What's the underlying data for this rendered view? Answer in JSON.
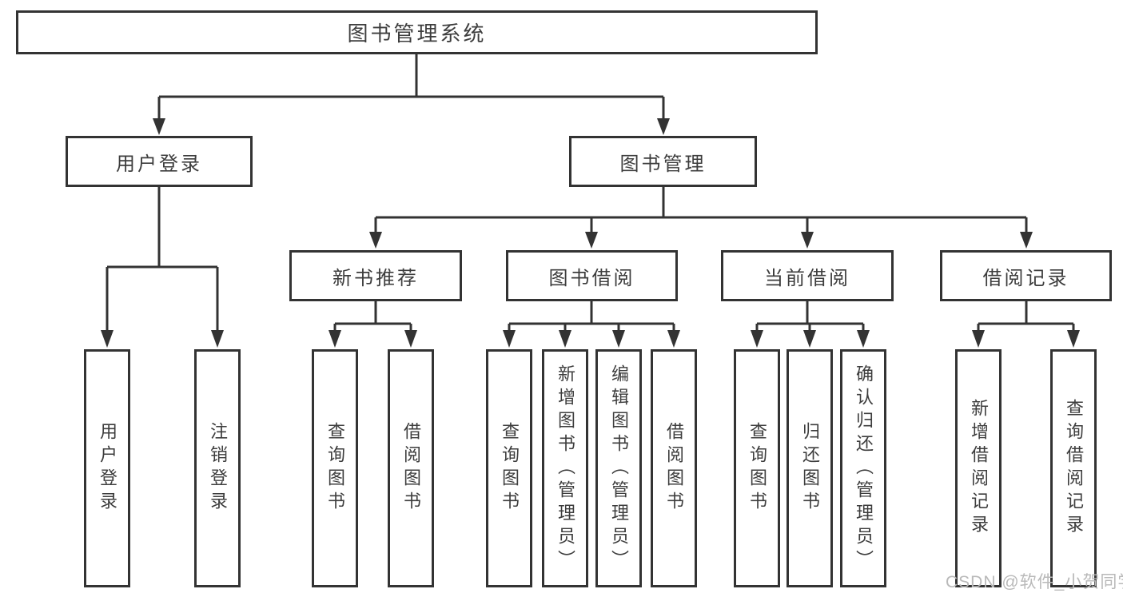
{
  "diagram": {
    "title": "图书管理系统",
    "tree": {
      "label": "图书管理系统",
      "children": [
        {
          "label": "用户登录",
          "children": [
            {
              "label": "用户登录"
            },
            {
              "label": "注销登录"
            }
          ]
        },
        {
          "label": "图书管理",
          "children": [
            {
              "label": "新书推荐",
              "children": [
                {
                  "label": "查询图书"
                },
                {
                  "label": "借阅图书"
                }
              ]
            },
            {
              "label": "图书借阅",
              "children": [
                {
                  "label": "查询图书"
                },
                {
                  "label": "新增图书（管理员）"
                },
                {
                  "label": "编辑图书（管理员）"
                },
                {
                  "label": "借阅图书"
                }
              ]
            },
            {
              "label": "当前借阅",
              "children": [
                {
                  "label": "查询图书"
                },
                {
                  "label": "归还图书"
                },
                {
                  "label": "确认归还（管理员）"
                }
              ]
            },
            {
              "label": "借阅记录",
              "children": [
                {
                  "label": "新增借阅记录"
                },
                {
                  "label": "查询借阅记录"
                }
              ]
            }
          ]
        }
      ]
    }
  },
  "watermark": "CSDN @软件_小贺同学",
  "colors": {
    "line": "#333333",
    "border": "#333333",
    "text": "#3d3d3d",
    "watermark": "#b9b9b9",
    "background": "#ffffff"
  }
}
